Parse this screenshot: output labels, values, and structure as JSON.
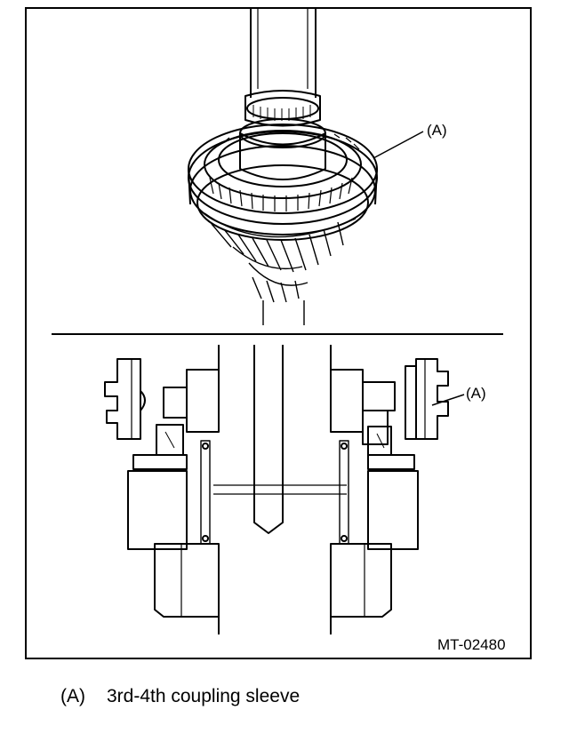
{
  "figure": {
    "callout_top": "(A)",
    "callout_bottom": "(A)",
    "figure_code": "MT-02480"
  },
  "caption": {
    "key": "(A)",
    "text": "3rd-4th coupling sleeve"
  }
}
